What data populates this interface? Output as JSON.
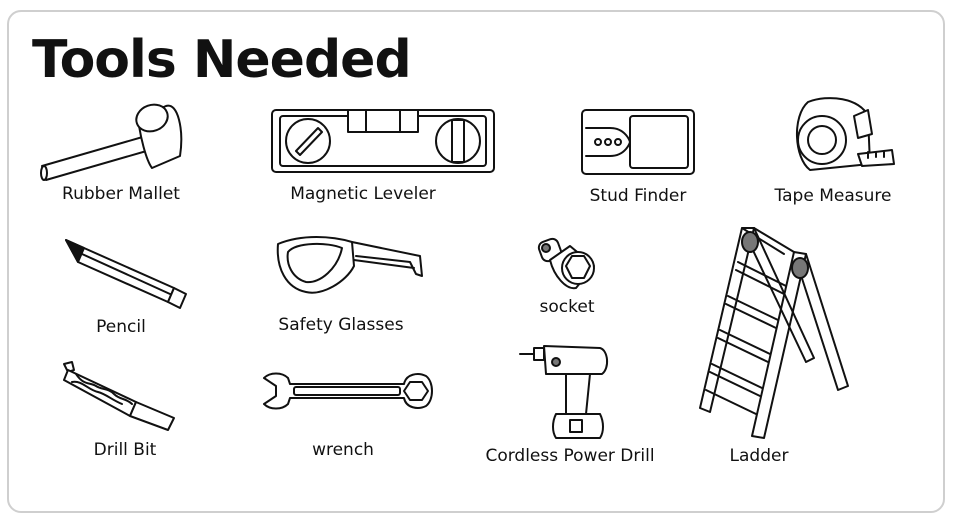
{
  "title": "Tools Needed",
  "tools": [
    {
      "label": "Rubber Mallet",
      "icon": "rubber-mallet-icon"
    },
    {
      "label": "Magnetic Leveler",
      "icon": "magnetic-leveler-icon"
    },
    {
      "label": "Stud Finder",
      "icon": "stud-finder-icon"
    },
    {
      "label": "Tape Measure",
      "icon": "tape-measure-icon"
    },
    {
      "label": "Pencil",
      "icon": "pencil-icon"
    },
    {
      "label": "Safety Glasses",
      "icon": "safety-glasses-icon"
    },
    {
      "label": "socket",
      "icon": "socket-icon"
    },
    {
      "label": "Ladder",
      "icon": "ladder-icon"
    },
    {
      "label": "Drill Bit",
      "icon": "drill-bit-icon"
    },
    {
      "label": "wrench",
      "icon": "wrench-icon"
    },
    {
      "label": "Cordless Power Drill",
      "icon": "cordless-power-drill-icon"
    }
  ]
}
